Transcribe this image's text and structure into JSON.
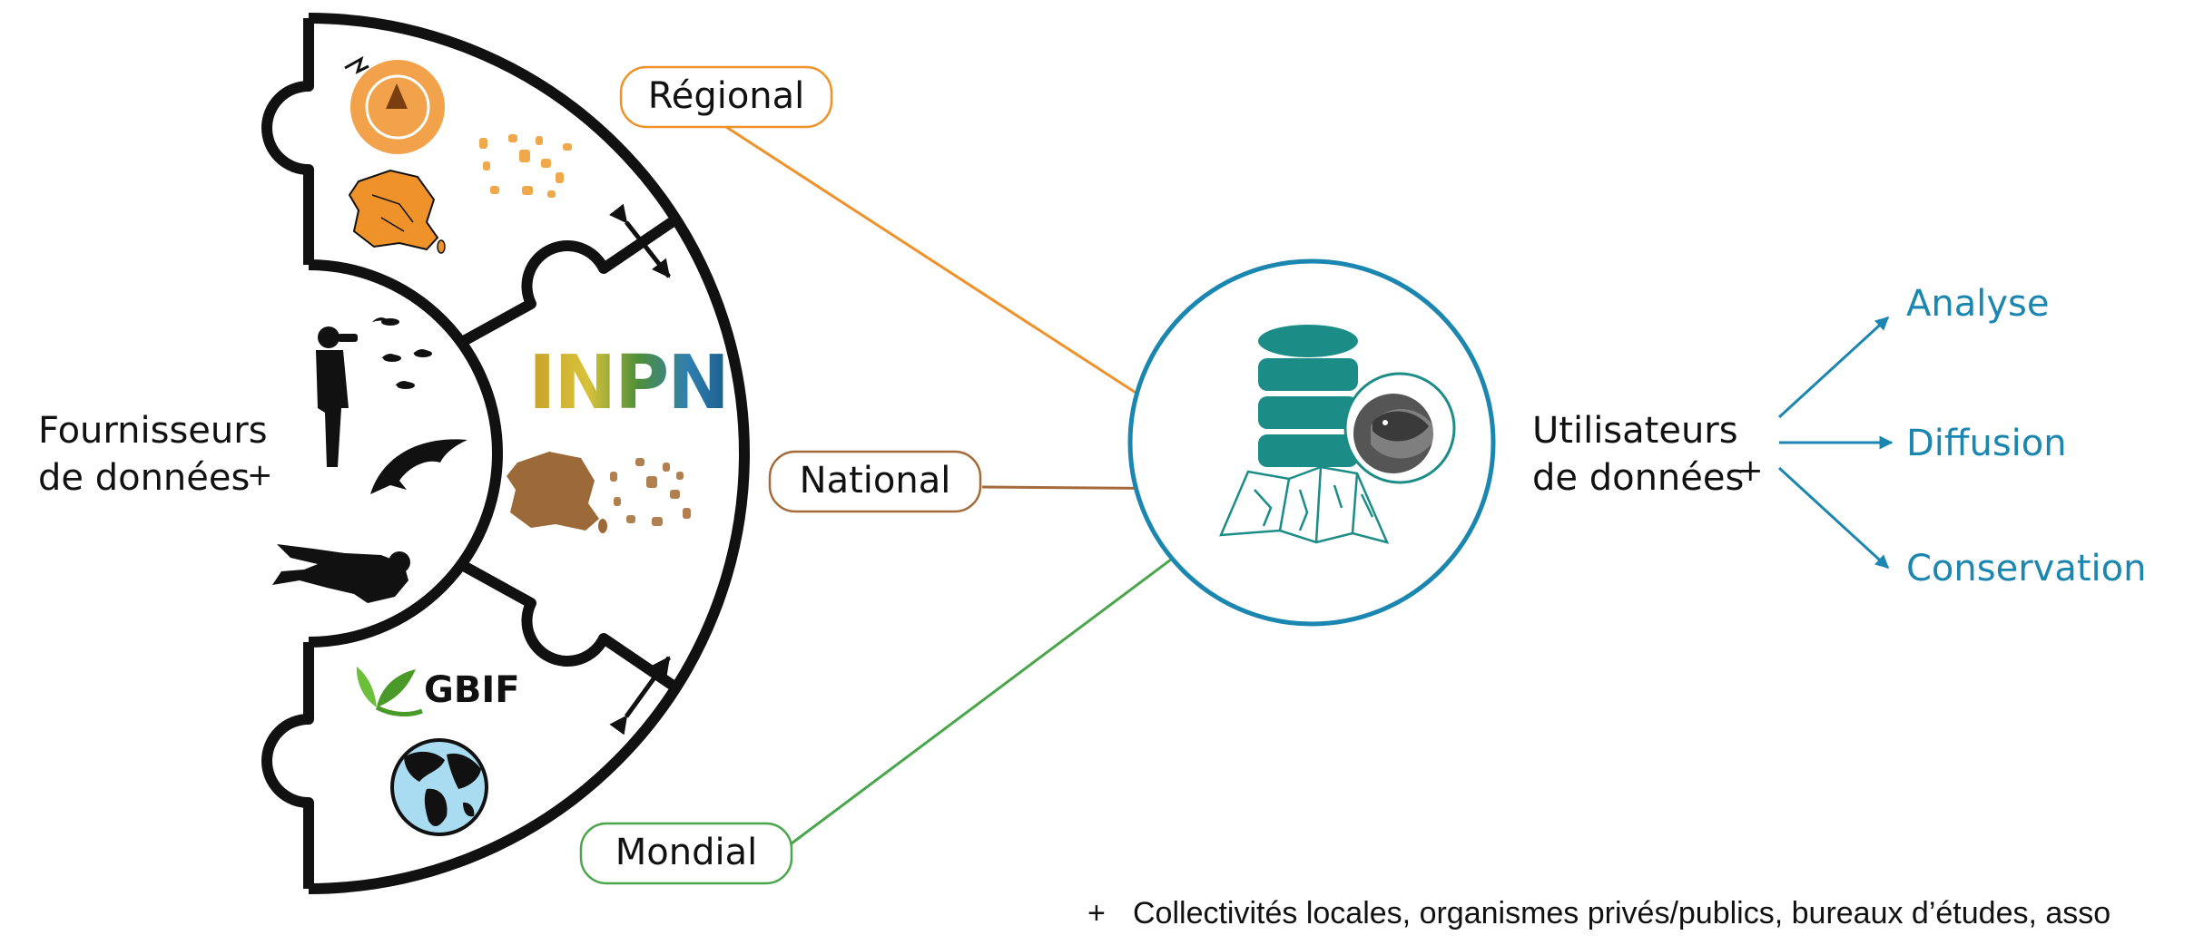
{
  "providers": {
    "label_line1": "Fournisseurs",
    "label_line2": "de données",
    "plus": "+"
  },
  "levels": {
    "regional": "Régional",
    "national": "National",
    "mondial": "Mondial"
  },
  "logos": {
    "inpn": "INPN",
    "gbif": "GBIF"
  },
  "users": {
    "label_line1": "Utilisateurs",
    "label_line2": "de données",
    "plus": "+"
  },
  "outputs": {
    "analyse": "Analyse",
    "diffusion": "Diffusion",
    "conservation": "Conservation"
  },
  "footnote": {
    "symbol": "+",
    "text": "Collectivités locales, organismes privés/publics, bureaux d’études, asso"
  },
  "colors": {
    "regional": "#f0922a",
    "national": "#a56a3a",
    "mondial": "#4aa64a",
    "teal": "#1b8c86",
    "blue": "#1b86b0",
    "frame": "#111111"
  }
}
